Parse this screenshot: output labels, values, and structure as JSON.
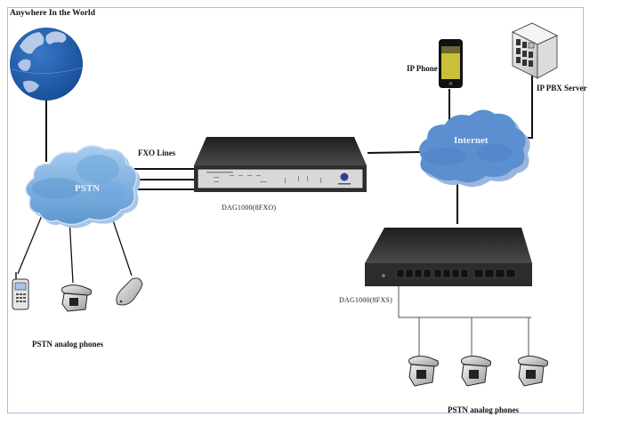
{
  "diagram": {
    "title": "Anywhere In the World",
    "nodes": {
      "globe": {
        "label": "",
        "icon": "globe-icon"
      },
      "pstn_cloud": {
        "label": "PSTN",
        "icon": "cloud-icon"
      },
      "internet_cloud": {
        "label": "Internet",
        "icon": "cloud-icon"
      },
      "gateway_fxo": {
        "label": "DAG1000(8FXO)",
        "icon": "gateway-device-icon"
      },
      "gateway_fxs": {
        "label": "DAG1000(8FXS)",
        "icon": "gateway-device-icon"
      },
      "ip_phone": {
        "label": "IP Phone",
        "icon": "smartphone-icon"
      },
      "ip_pbx": {
        "label": "IP PBX Server",
        "icon": "server-icon"
      }
    },
    "edge_labels": {
      "fxo_lines": "FXO Lines"
    },
    "groups": {
      "left_phones": {
        "label": "PSTN analog phones",
        "count": 3
      },
      "right_phones": {
        "label": "PSTN analog phones",
        "count": 3
      }
    },
    "colors": {
      "frame": "#a9c0dc",
      "globe_ocean": "#1d5aa8",
      "globe_land": "#c7d6ee",
      "pstn_cloud": "#7fb3e0",
      "internet_cloud": "#5b8fd0",
      "device_body": "#2e2e2e",
      "device_front": "#3a3a3a",
      "lines": "#111111"
    }
  }
}
